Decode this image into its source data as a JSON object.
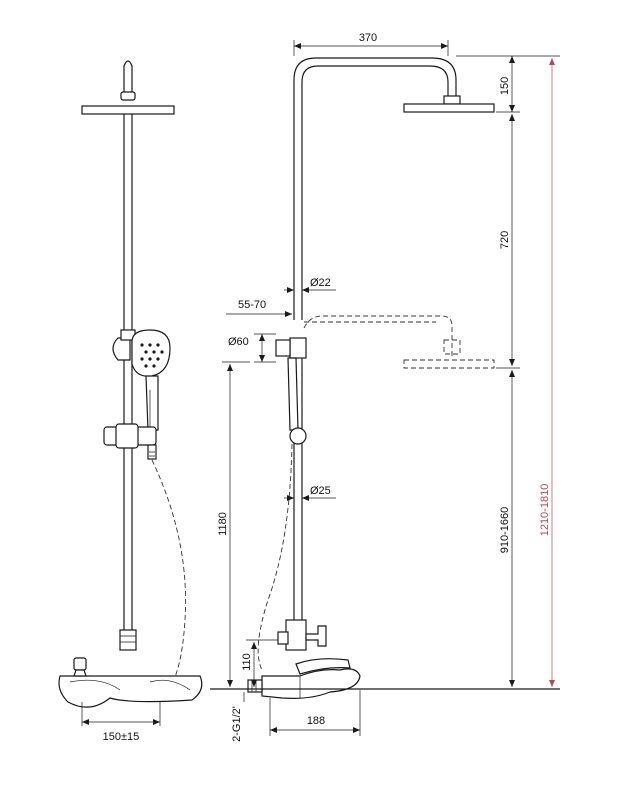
{
  "dimensions": {
    "overhead_arm_width": "370",
    "head_top_height": "150",
    "head_to_slider": "720",
    "rail_diameter": "Ø22",
    "arm_offset": "55-70",
    "handset_diameter": "Ø60",
    "slider_height": "1180",
    "lower_pipe_diameter": "Ø25",
    "valve_height": "110",
    "inlet_thread": "2-G1/2'",
    "spout_length": "188",
    "inlet_spacing": "150±15",
    "adjustable_range": "910-1660",
    "total_height": "1210-1810"
  },
  "colors": {
    "line": "#1a1a1a",
    "accent_dimension": "#b54a55"
  }
}
